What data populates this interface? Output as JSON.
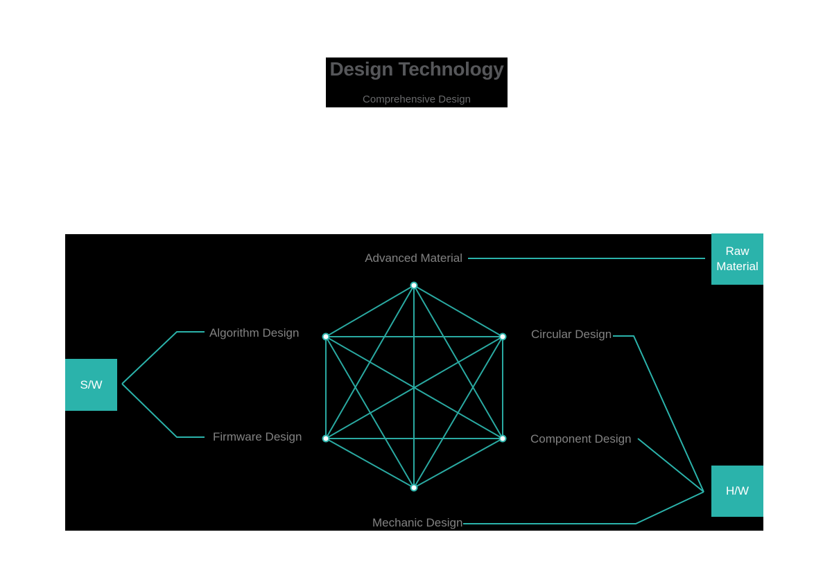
{
  "header": {
    "title": "Design Technology",
    "subtitle": "Comprehensive Design"
  },
  "diagram": {
    "node_labels": {
      "top": "Advanced Material",
      "upper_left": "Algorithm Design",
      "lower_left": "Firmware Design",
      "upper_right": "Circular Design",
      "lower_right": "Component Design",
      "bottom": "Mechanic Design"
    },
    "group_boxes": {
      "software": "S/W",
      "raw_material": "Raw Material",
      "hardware": "H/W"
    },
    "colors": {
      "accent_teal": "#2BB3AB",
      "mesh_edge_teal": "#2AAAA2",
      "panel_background": "#000000",
      "page_background": "#FFFFFF",
      "label_text": "#828282",
      "box_text": "#FFFFFF",
      "title_text": "#56575A",
      "subtitle_text": "#696A6C"
    }
  }
}
